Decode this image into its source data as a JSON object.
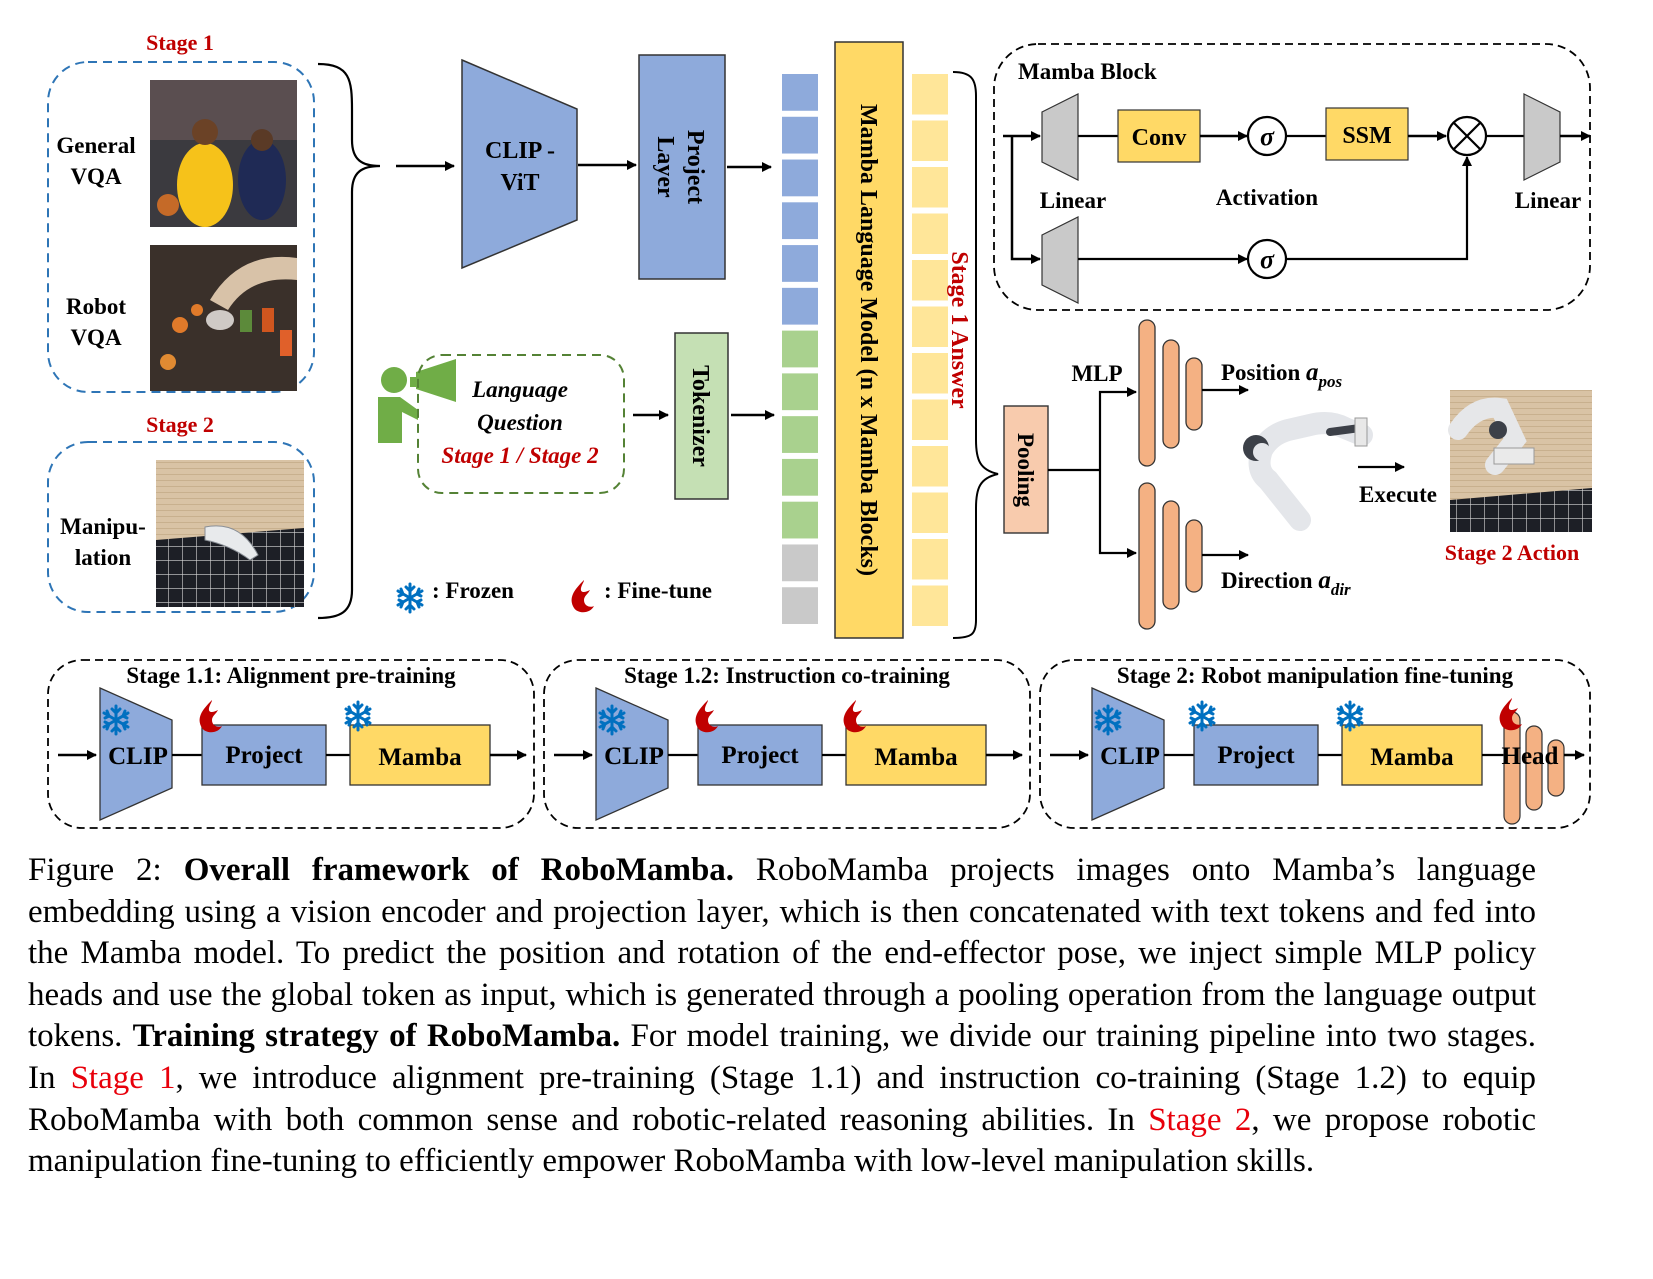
{
  "colors": {
    "blue_block": "#8eaadb",
    "green_block": "#c5e0b4",
    "green_token": "#a9d18e",
    "gray_token": "#c9c9c9",
    "mamba_yellow": "#ffd966",
    "answer_token": "#ffe699",
    "mlp_orange": "#f4b183",
    "pooling": "#f8cbad",
    "stage_red": "#c00000",
    "link_red": "#e8000b",
    "dashed_blue": "#2e75b6",
    "dashed_green": "#548235",
    "person_green": "#70ad47",
    "snow_blue": "#0070c0",
    "fire_red": "#c00000"
  },
  "inputs": {
    "stage1_label": "Stage 1",
    "stage2_label": "Stage 2",
    "general_vqa": [
      "General",
      "VQA"
    ],
    "robot_vqa": [
      "Robot",
      "VQA"
    ],
    "manipulation": [
      "Manipu-",
      "lation"
    ],
    "images": [
      "basketball-photo",
      "robot-tabletop-photo",
      "stapler-photo"
    ]
  },
  "encoder": {
    "clip_vit": [
      "CLIP -",
      "ViT"
    ],
    "project_layer": [
      "Project",
      "Layer"
    ],
    "tokenizer": "Tokenizer"
  },
  "question": {
    "line1": "Language",
    "line2": "Question",
    "line3": "Stage 1 / Stage 2"
  },
  "tokens": {
    "visual_count": 6,
    "text_count": 5,
    "pad_count": 2,
    "answer_count": 12
  },
  "mamba_lm": "Mamba Language Model (n x Mamba Blocks)",
  "stage1_answer": "Stage 1 Answer",
  "mamba_block": {
    "title": "Mamba Block",
    "conv": "Conv",
    "ssm": "SSM",
    "sigma": "σ",
    "linear_left": "Linear",
    "activation": "Activation",
    "linear_right": "Linear",
    "multiply": "⊗"
  },
  "policy": {
    "pooling": "Pooling",
    "mlp": "MLP",
    "position": "Position",
    "position_sym": "a",
    "position_sub": "pos",
    "direction": "Direction",
    "direction_sym": "a",
    "direction_sub": "dir",
    "execute": "Execute",
    "stage2_action": "Stage 2 Action",
    "images": [
      "robot-arm-render",
      "robot-execution-photo"
    ]
  },
  "legend": {
    "frozen": ": Frozen",
    "finetune": ": Fine-tune"
  },
  "training": [
    {
      "title": "Stage 1.1: Alignment pre-training",
      "clip": "CLIP",
      "project": "Project",
      "mamba": "Mamba",
      "clip_state": "frozen",
      "project_state": "fine-tune",
      "mamba_state": "frozen"
    },
    {
      "title": "Stage 1.2: Instruction co-training",
      "clip": "CLIP",
      "project": "Project",
      "mamba": "Mamba",
      "clip_state": "frozen",
      "project_state": "fine-tune",
      "mamba_state": "fine-tune"
    },
    {
      "title": "Stage 2: Robot manipulation fine-tuning",
      "clip": "CLIP",
      "project": "Project",
      "mamba": "Mamba",
      "head": "Head",
      "clip_state": "frozen",
      "project_state": "frozen",
      "mamba_state": "frozen",
      "head_state": "fine-tune"
    }
  ],
  "caption": {
    "label": "Figure 2:",
    "title1": "Overall framework of RoboMamba.",
    "text1": " RoboMamba projects images onto Mamba’s language embedding using a vision encoder and projection layer, which is then concatenated with text tokens and fed into the Mamba model. To predict the position and rotation of the end-effector pose, we inject simple MLP policy heads and use the global token as input, which is generated through a pooling operation from the language output tokens. ",
    "title2": "Training strategy of RoboMamba.",
    "text2": " For model training, we divide our training pipeline into two stages. In ",
    "link1": "Stage 1",
    "text3": ", we introduce alignment pre-training (Stage 1.1) and instruction co-training (Stage 1.2) to equip RoboMamba with both common sense and robotic-related reasoning abilities. In ",
    "link2": "Stage 2",
    "text4": ", we propose robotic manipulation fine-tuning to efficiently empower RoboMamba with low-level manipulation skills."
  }
}
